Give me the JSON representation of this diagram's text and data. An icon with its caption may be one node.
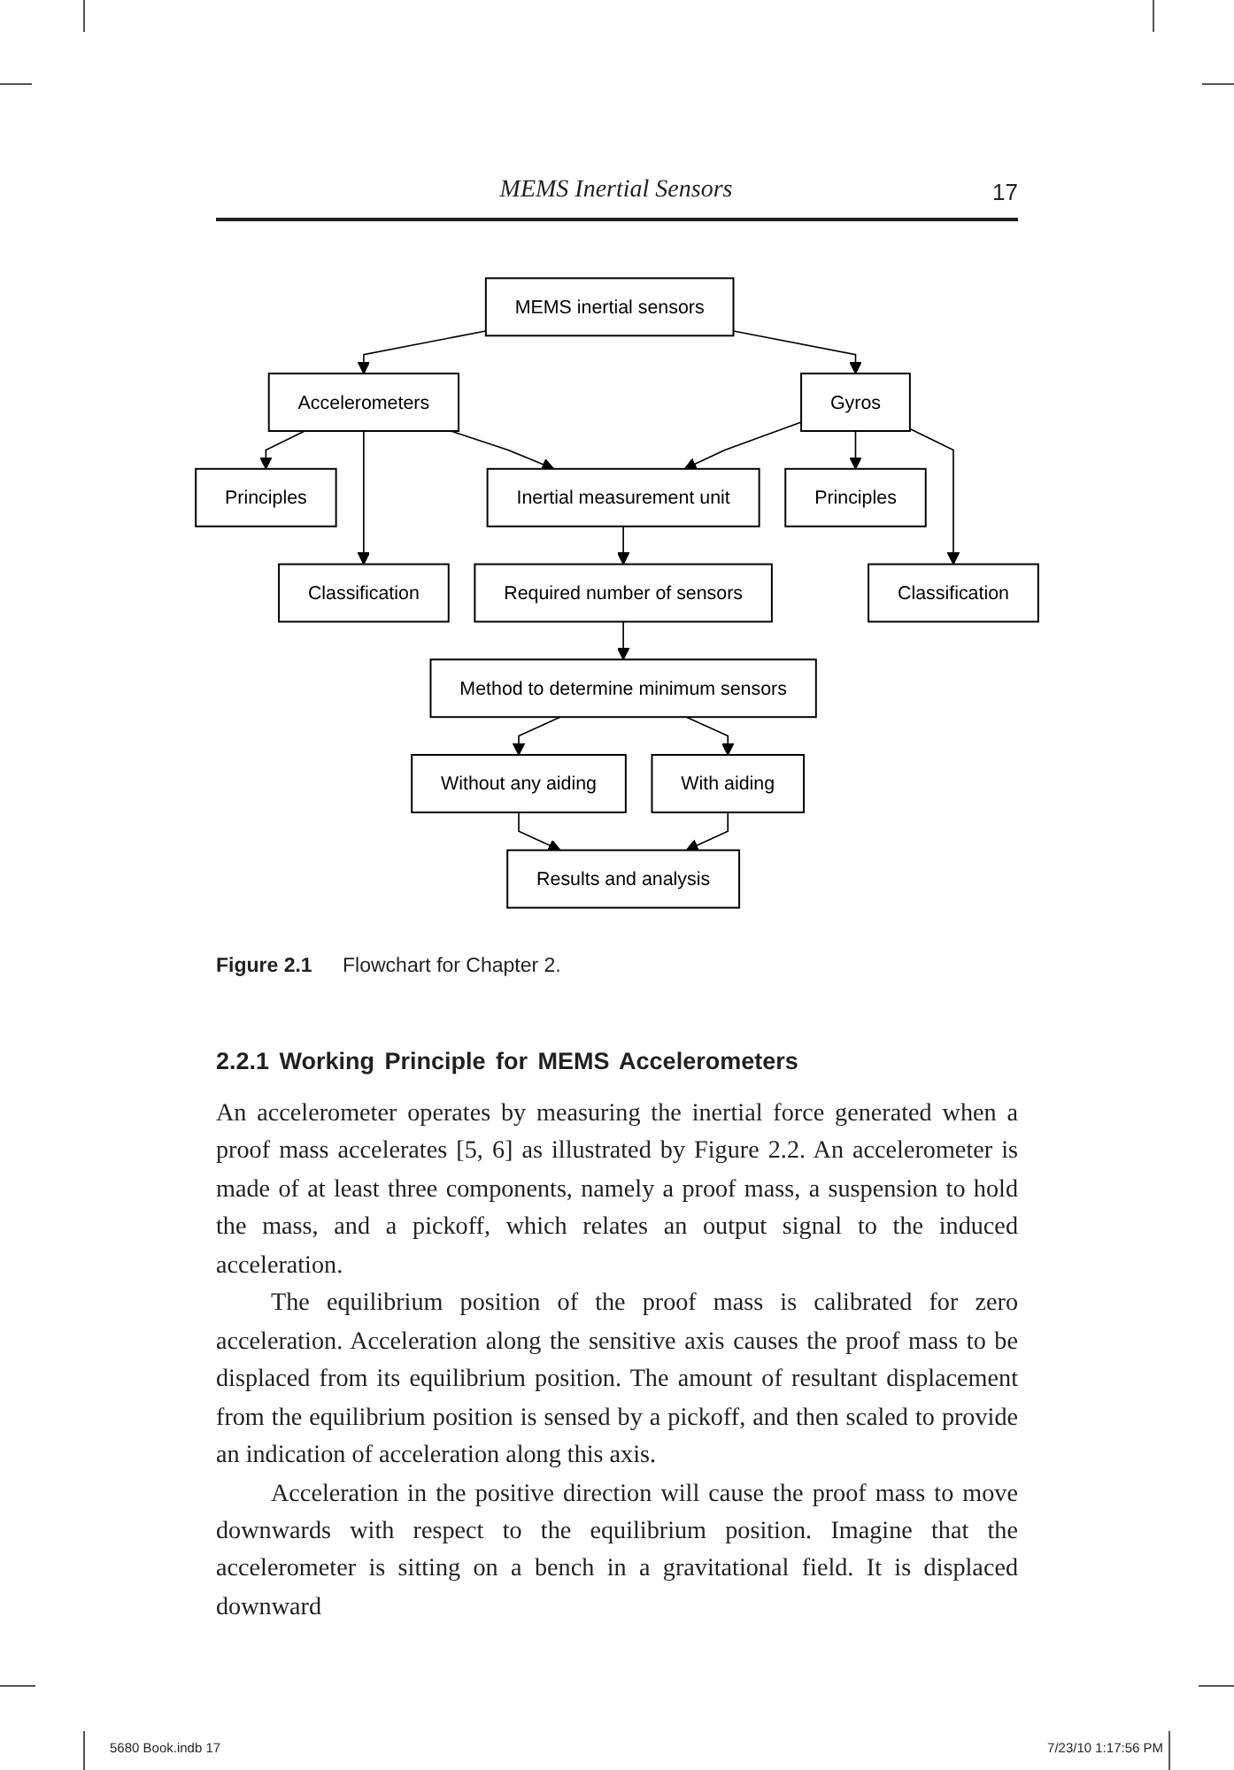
{
  "diagram": {
    "caption": "**Figure 2.1** Flowchart for Chapter 2.",
    "nodes": [
      {
        "text": [
          "MEMS inertial sensors"
        ]
      },
      {
        "text": [
          "Accelerometers"
        ]
      },
      {
        "text": [
          "Gyros"
        ]
      },
      {
        "text": [
          "Principles"
        ]
      },
      {
        "text": [
          "Inertial measurement unit"
        ]
      },
      {
        "text": [
          "Principles"
        ]
      },
      {
        "text": [
          "Classification"
        ]
      },
      {
        "text": [
          "Required number of sensors"
        ]
      },
      {
        "text": [
          "Classification"
        ]
      },
      {
        "text": [
          "Method to determine minimum sensors"
        ]
      },
      {
        "text": [
          "Without any aiding"
        ]
      },
      {
        "text": [
          "With aiding"
        ]
      },
      {
        "text": [
          "Results and analysis"
        ]
      }
    ],
    "edges": [
      {
        "from": 0,
        "to": 1,
        "arrow": "to"
      },
      {
        "from": 0,
        "to": 2,
        "arrow": "to"
      },
      {
        "from": 1,
        "to": 3,
        "arrow": "to"
      },
      {
        "from": 1,
        "to": 6,
        "arrow": "to"
      },
      {
        "from": 1,
        "to": 4,
        "arrow": "to"
      },
      {
        "from": 2,
        "to": 4,
        "arrow": "to"
      },
      {
        "from": 2,
        "to": 5,
        "arrow": "to"
      },
      {
        "from": 2,
        "to": 8,
        "arrow": "to"
      },
      {
        "from": 4,
        "to": 7,
        "arrow": "to"
      },
      {
        "from": 7,
        "to": 9,
        "arrow": "to"
      },
      {
        "from": 9,
        "to": 10,
        "arrow": "to"
      },
      {
        "from": 9,
        "to": 11,
        "arrow": "to"
      },
      {
        "from": 10,
        "to": 12,
        "arrow": "to"
      },
      {
        "from": 11,
        "to": 12,
        "arrow": "to"
      }
    ],
    "labels": [
      "MEMS Inertial Sensors",
      "17",
      "2.2.1 Working Principle for MEMS Accelerometers",
      "An accelerometer operates by measuring the inertial force generated when a proof mass accelerates [5, 6] as illustrated by Figure 2.2. An accelerometer is made of at least three components, namely a proof mass, a suspension to hold the mass, and a pickoff, which relates an output signal to the induced acceleration.",
      "The equilibrium position of the proof mass is calibrated for zero acceleration. Acceleration along the sensitive axis causes the proof mass to be displaced from its equilibrium position. The amount of resultant displacement from the equilibrium position is sensed by a pickoff, and then scaled to provide an indication of acceleration along this axis.",
      "Acceleration in the positive direction will cause the proof mass to move downwards with respect to the equilibrium position. Imagine that the accelerometer is sitting on a bench in a gravitational field. It is displaced downward",
      "5680 Book.indb 17",
      "7/23/10 1:17:56 PM"
    ]
  }
}
